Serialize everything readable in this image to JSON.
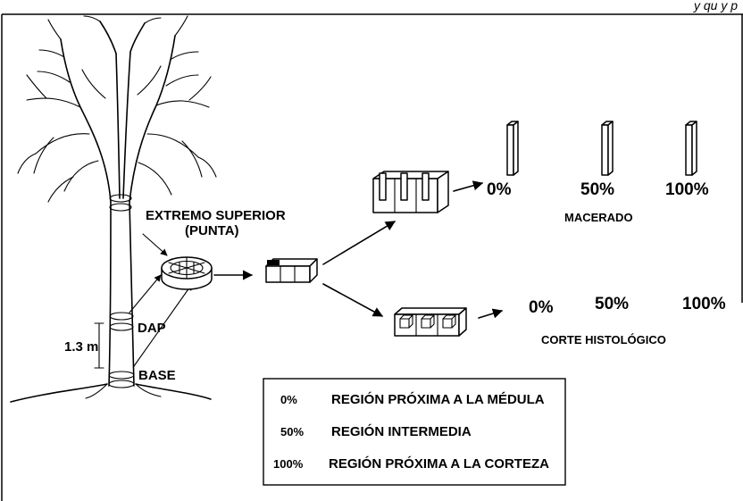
{
  "header_text": "y qu y p",
  "tree": {
    "top_label_1": "EXTREMO SUPERIOR",
    "top_label_2": "(PUNTA)",
    "dap_label": "DAP",
    "height_label": "1.3 m",
    "base_label": "BASE"
  },
  "maceration": {
    "p0": "0%",
    "p50": "50%",
    "p100": "100%",
    "caption": "MACERADO"
  },
  "histology": {
    "p0": "0%",
    "p50": "50%",
    "p100": "100%",
    "caption": "CORTE HISTOLÓGICO"
  },
  "legend": {
    "rows": [
      {
        "pct": "0%",
        "desc": "REGIÓN PRÓXIMA A LA MÉDULA"
      },
      {
        "pct": "50%",
        "desc": "REGIÓN INTERMEDIA"
      },
      {
        "pct": "100%",
        "desc": "REGIÓN PRÓXIMA A LA CORTEZA"
      }
    ]
  }
}
